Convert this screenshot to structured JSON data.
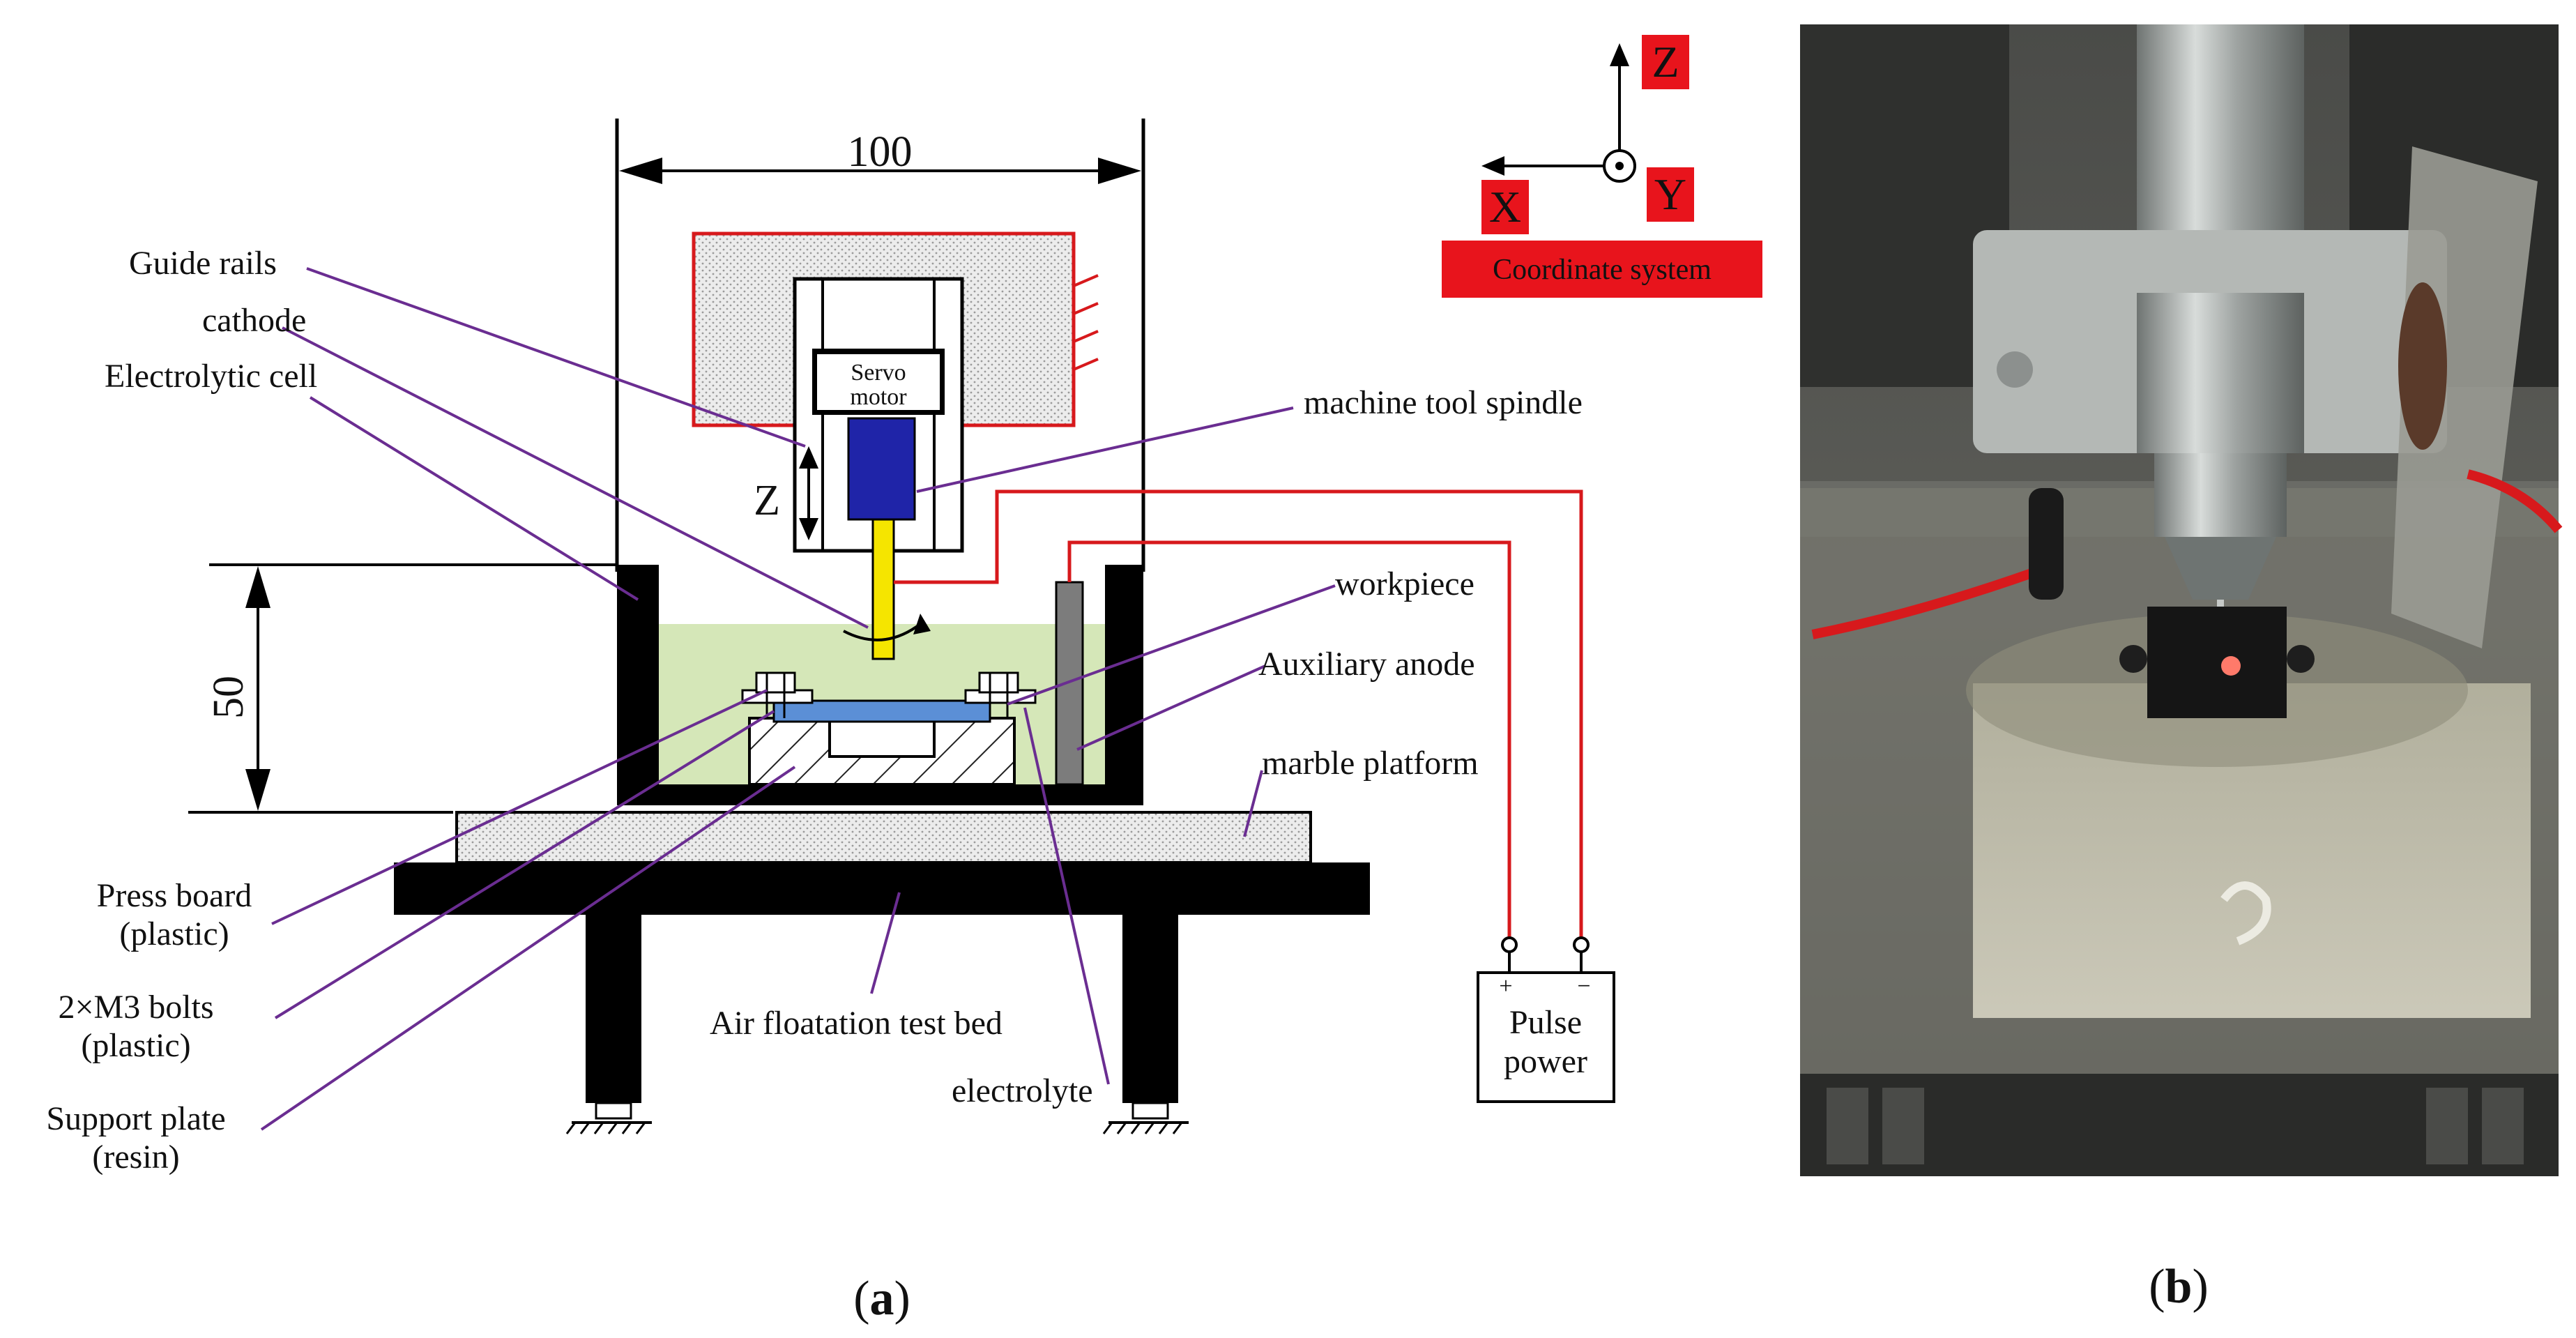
{
  "diagram": {
    "dimension_width": "100",
    "dimension_height": "50",
    "z_axis_label": "Z",
    "servo_line1": "Servo",
    "servo_line2": "motor",
    "labels": {
      "guide_rails": "Guide rails",
      "cathode": "cathode",
      "electrolytic_cell": "Electrolytic cell",
      "machine_tool_spindle": "machine tool spindle",
      "workpiece": "workpiece",
      "auxiliary_anode": "Auxiliary anode",
      "marble_platform": "marble platform",
      "press_board_1": "Press board",
      "press_board_2": "(plastic)",
      "bolts_1": "2×M3 bolts",
      "bolts_2": "(plastic)",
      "support_plate_1": "Support plate",
      "support_plate_2": "(resin)",
      "air_bed": "Air floatation test bed",
      "electrolyte": "electrolyte",
      "pulse_1": "Pulse",
      "pulse_2": "power",
      "plus": "+",
      "minus": "−"
    },
    "coordinate": {
      "z": "Z",
      "x": "X",
      "y": "Y",
      "title": "Coordinate system"
    }
  },
  "captions": {
    "a_open": "(",
    "a_letter": "a",
    "a_close": ")",
    "b_open": "(",
    "b_letter": "b",
    "b_close": ")"
  },
  "colors": {
    "label_line": "#6a2d91",
    "wire": "#d7191c",
    "electrolyte": "#d5e7b8",
    "workpiece": "#5b8fd6",
    "spindle": "#1f24a8",
    "cathode": "#f5e500",
    "coord_box": "#e8141c"
  }
}
